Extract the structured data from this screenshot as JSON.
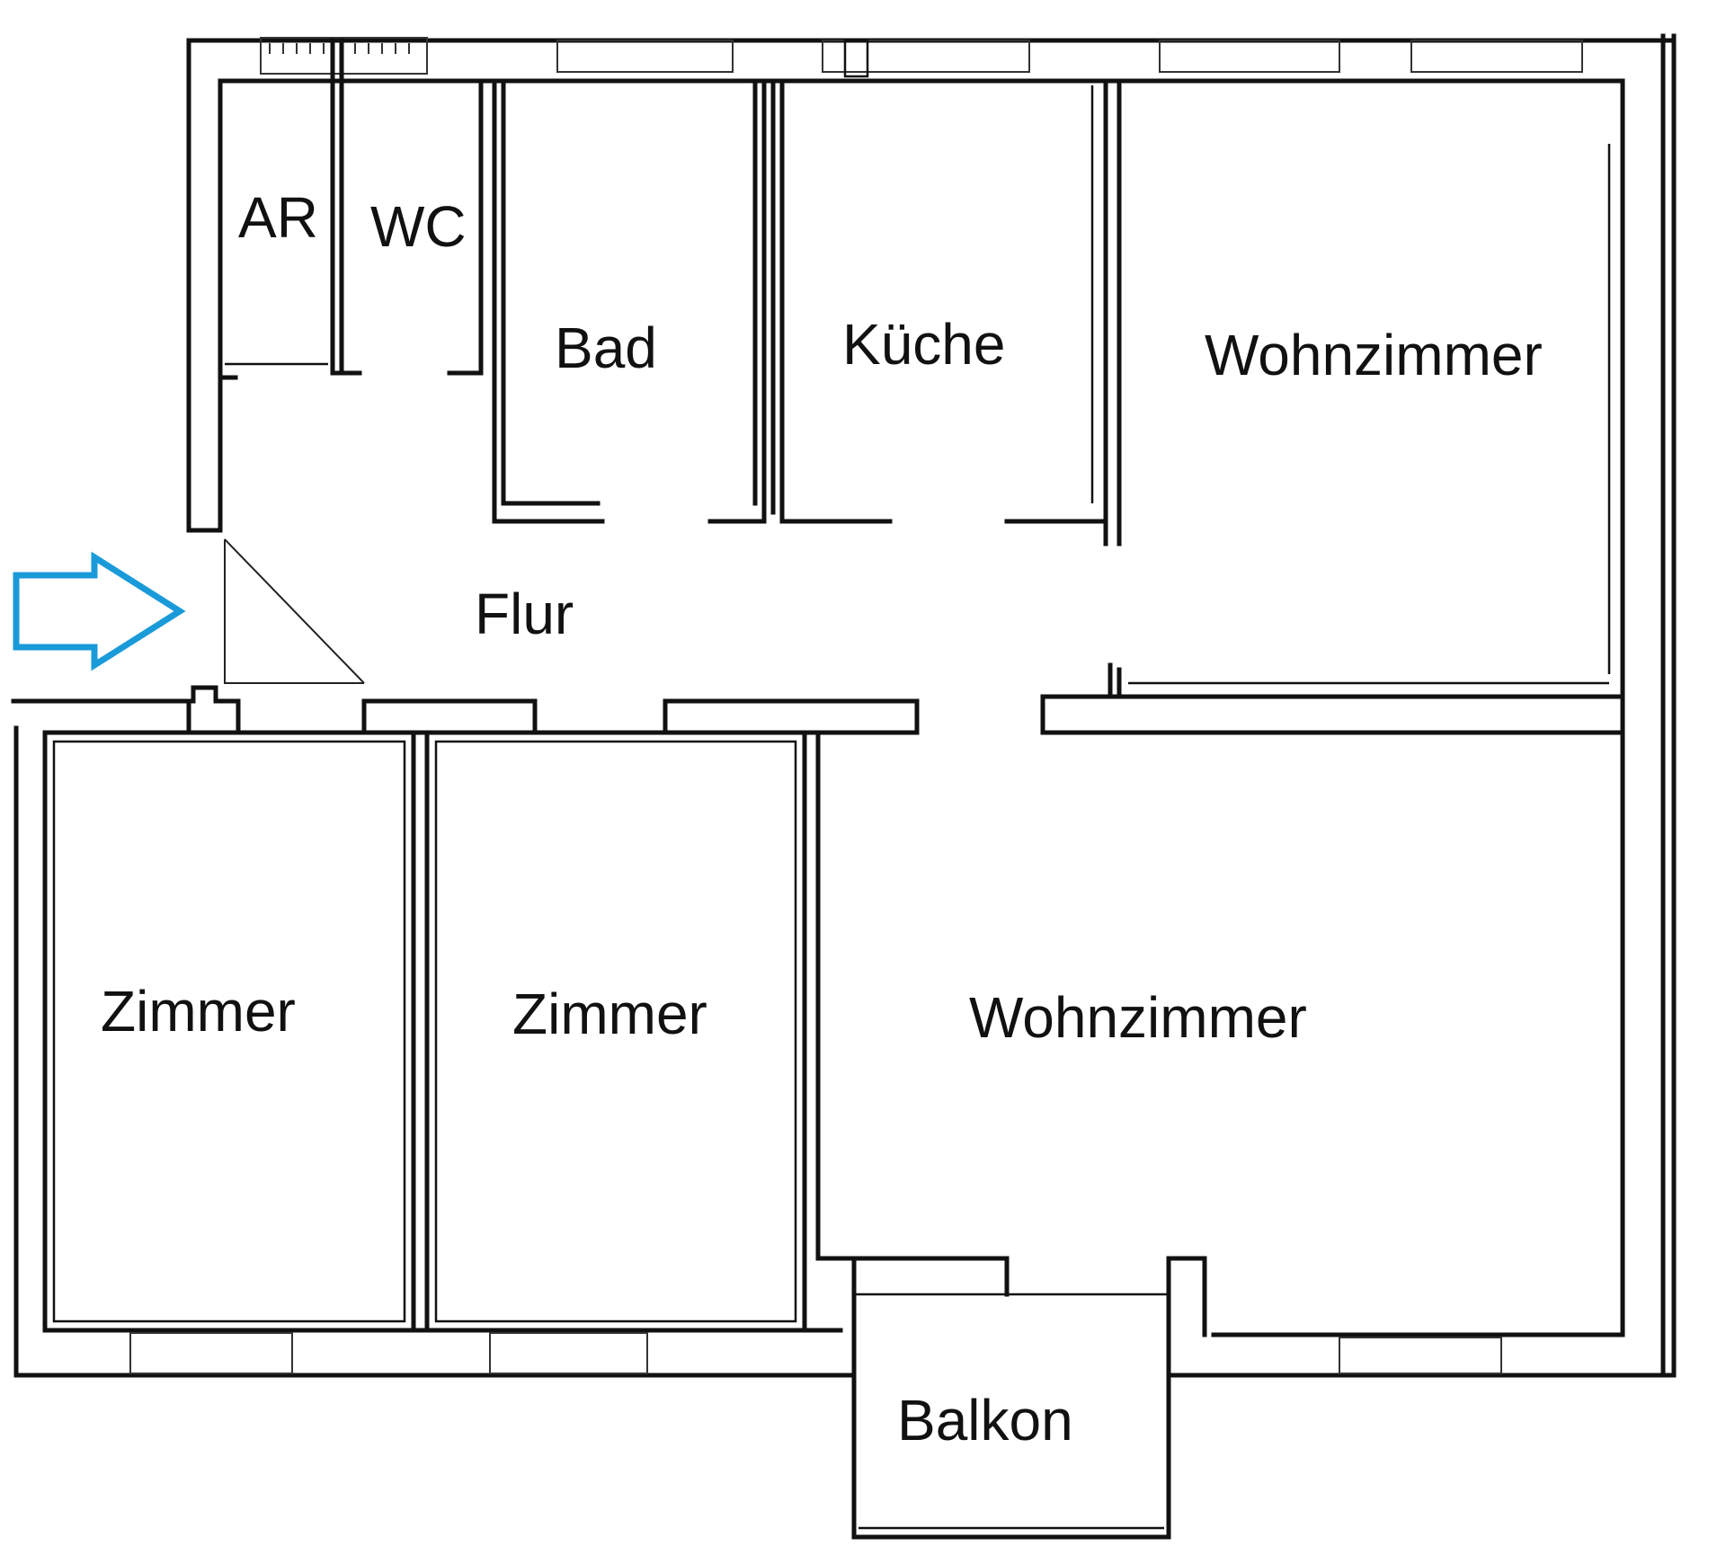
{
  "floor_plan": {
    "entry_arrow": {
      "icon": "entrance-arrow-icon",
      "color": "#1a9ad9"
    },
    "rooms": {
      "ar": "AR",
      "wc": "WC",
      "bad": "Bad",
      "kueche": "Küche",
      "wohnzimmer_top": "Wohnzimmer",
      "flur": "Flur",
      "zimmer_1": "Zimmer",
      "zimmer_2": "Zimmer",
      "wohnzimmer_bottom": "Wohnzimmer",
      "balkon": "Balkon"
    }
  }
}
